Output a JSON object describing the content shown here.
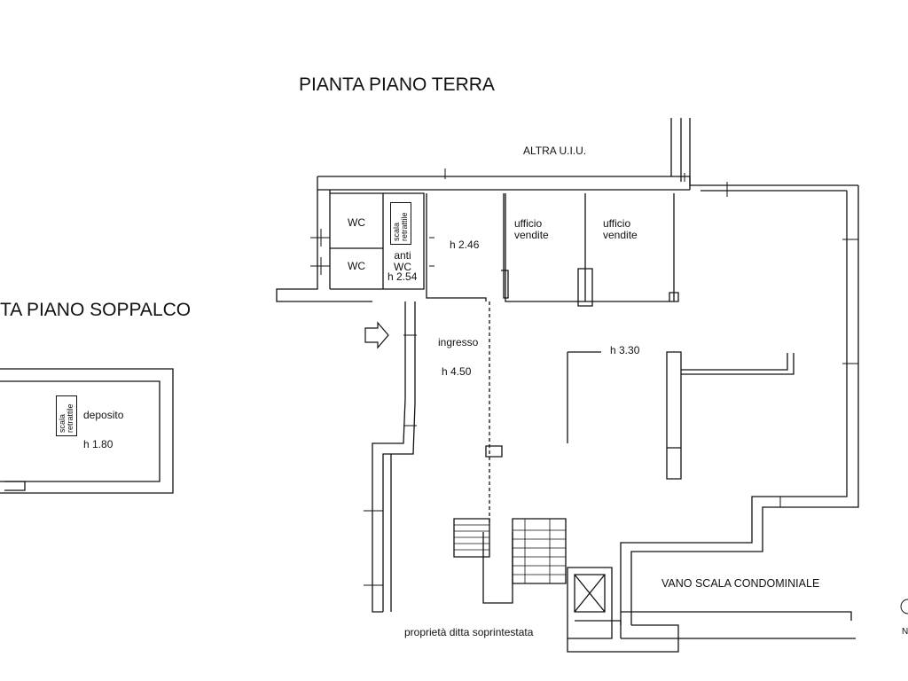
{
  "titles": {
    "ground_floor": "PIANTA PIANO TERRA",
    "mezzanine": "TA PIANO SOPPALCO"
  },
  "labels": {
    "neighbor": "ALTRA U.I.U.",
    "wc_1": "WC",
    "wc_2": "WC",
    "anti_wc": [
      "anti",
      "WC"
    ],
    "height_anti_wc": "h 2.54",
    "retractable_stair_1": [
      "scala",
      "retrattile"
    ],
    "retractable_stair_2": [
      "scala",
      "retrattile"
    ],
    "height_front_room": "h 2.46",
    "sales_office_1": [
      "ufficio",
      "vendite"
    ],
    "sales_office_2": [
      "ufficio",
      "vendite"
    ],
    "entrance": "ingresso",
    "height_entrance": "h 4.50",
    "height_main_hall": "h 3.30",
    "storage": "deposito",
    "height_storage": "h 1.80",
    "stairwell": "VANO SCALA CONDOMINIALE",
    "property": "proprietà ditta soprintestata",
    "margin_letter": "N"
  }
}
